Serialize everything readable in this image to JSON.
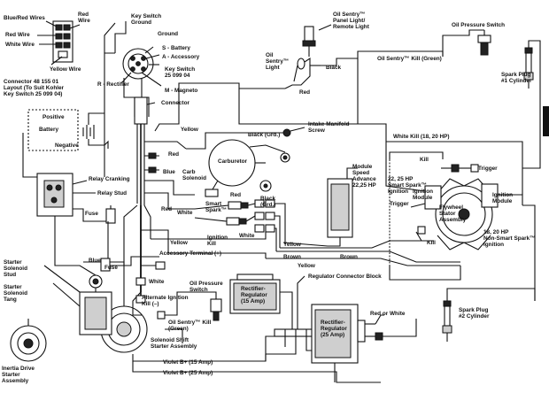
{
  "labels": {
    "blue_red_wires": "Blue/Red Wires",
    "red_wire": "Red\nWire",
    "red_wire_left": "Red Wire",
    "white_wire": "White Wire",
    "yellow_wire": "Yellow Wire",
    "connector_note": "Connector 48 155 01\nLayout (To Suit Kohler\nKey Switch 25 099 04)",
    "key_switch_ground": "Key Switch\nGround",
    "ground": "Ground",
    "s_battery": "S - Battery",
    "a_accessory": "A - Accessory",
    "key_switch_part": "Key Switch\n25 099 04",
    "r_rectifier": "R - Rectifier",
    "m_magneto": "M - Magneto",
    "oil_sentry_panel": "Oil Sentry™\nPanel Light/\nRemote Light",
    "oil_sentry_light": "Oil\nSentry™\nLight",
    "black": "Black",
    "red": "Red",
    "oil_sentry_kill_green": "Oil Sentry™ Kill (Green)",
    "oil_pressure_switch_top": "Oil Pressure Switch",
    "spark_plug_1": "Spark Plug\n#1 Cylinder",
    "positive": "Positive",
    "battery": "Battery",
    "negative": "Negative",
    "connector": "Connector",
    "yellow": "Yellow",
    "black_grd": "Black (Grd.)",
    "intake_manifold_screw": "Intake Manifold\nScrew",
    "white_kill": "White Kill (18, 20 HP)",
    "carburetor": "Carburetor",
    "carb_solenoid": "Carb\nSolenoid",
    "blue": "Blue",
    "black_grd2": "Black\n(Grd.)",
    "module_speed_advance": "Module\nSpeed\nAdvance\n22,25 HP",
    "hp_22_25_smart_spark": "22, 25 HP\nSmart Spark™\nIgnition",
    "kill": "Kill",
    "trigger": "Trigger",
    "ignition_module_left": "Ignition\nModule",
    "ignition_module_right": "Ignition\nModule",
    "flywheel_stator": "Flywheel\nStator\nAssembly",
    "trigger_left": "Trigger",
    "non_smart_spark": "18, 20 HP\nNon-Smart Spark™\nIgnition",
    "relay_cranking": "Relay Cranking",
    "relay_stud": "Relay Stud",
    "fuse": "Fuse",
    "white": "White",
    "smart_spark": "Smart\nSpark™",
    "ignition_kill": "Ignition\nKill",
    "red2": "Red",
    "accessory_terminal": "Accessory Terminal (+)",
    "yellow2": "Yellow",
    "brown": "Brown",
    "brown2": "Brown",
    "yellow3": "Yellow",
    "starter_solenoid_stud": "Starter\nSolenoid\nStud",
    "blue2": "Blue",
    "fuse2": "Fuse",
    "starter_solenoid_tang": "Starter\nSolenoid\nTang",
    "white2": "White",
    "alt_ignition_kill": "Alternate Ignition\nKill (–)",
    "oil_pressure_switch_mid": "Oil Pressure\nSwitch",
    "rectifier_regulator_15": "Rectifier-\nRegulator\n(15 Amp)",
    "regulator_connector_block": "Regulator Connector Block",
    "rectifier_regulator_25": "Rectifier-\nRegulator\n(25 Amp)",
    "red_or_white": "Red or White",
    "oil_sentry_kill_green2": "Oil Sentry™ Kill\n(Green)",
    "solenoid_shift": "Solenoid Shift\nStarter Assembly",
    "spark_plug_2": "Spark Plug\n#2 Cylinder",
    "inertia_drive": "Inertia Drive\nStarter\nAssembly",
    "violet_15": "Violet B+ (15 Amp)",
    "violet_25": "Violet B+ (25 Amp)"
  },
  "colors": {
    "ink": "#111111",
    "paper": "#ffffff"
  }
}
